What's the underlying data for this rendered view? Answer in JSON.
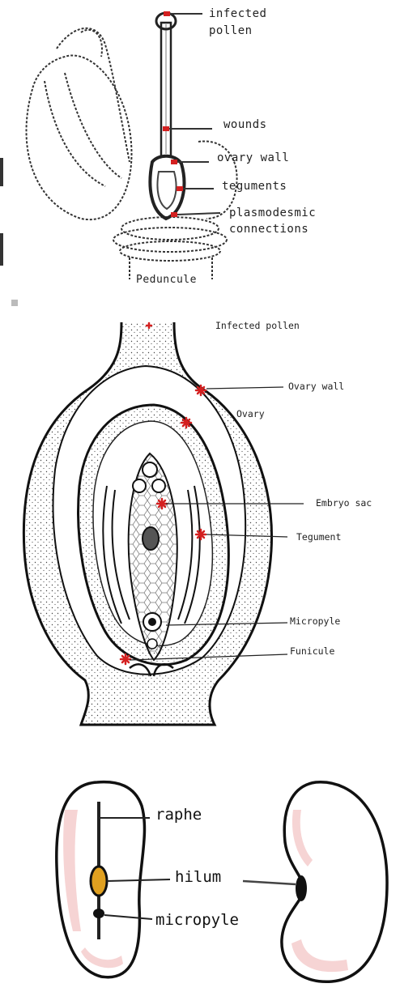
{
  "colors": {
    "marker": "#d42020",
    "hilum": "#e0a020",
    "tint": "#f2c2c2",
    "ink": "#1a1a1a"
  },
  "panel_top": {
    "labels": {
      "infected_pollen_1": "infected",
      "infected_pollen_2": "pollen",
      "wounds": "wounds",
      "ovary_wall": "ovary wall",
      "teguments": "teguments",
      "plasmodesmic_1": "plasmodesmic",
      "plasmodesmic_2": "connections",
      "peduncule": "Peduncule"
    }
  },
  "panel_middle": {
    "labels": {
      "infected_pollen": "Infected pollen",
      "ovary_wall": "Ovary wall",
      "ovary": "Ovary",
      "embryo_sac": "Embryo sac",
      "tegument": "Tegument",
      "micropyle": "Micropyle",
      "funicule": "Funicule"
    }
  },
  "panel_bottom": {
    "labels": {
      "raphe": "raphe",
      "hilum": "hilum",
      "micropyle": "micropyle"
    }
  }
}
